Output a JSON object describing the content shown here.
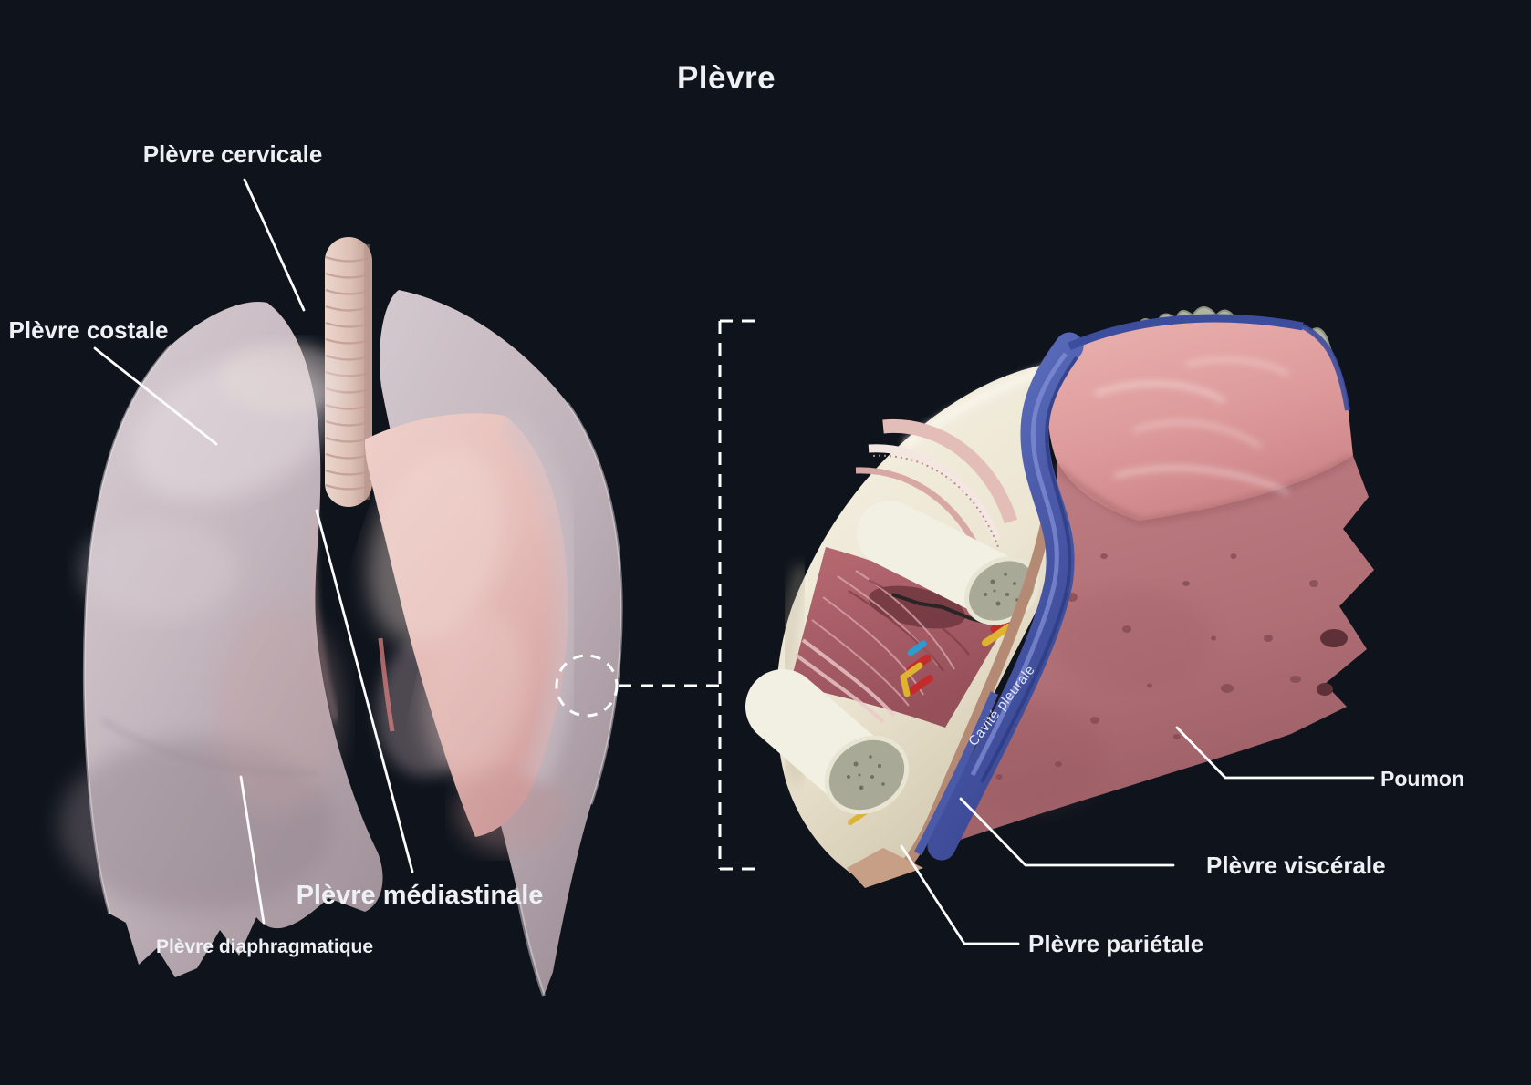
{
  "title": "Plèvre",
  "colors": {
    "background": "#0f141c",
    "text": "#eef0f4",
    "pleura_blue": "#4c5cab",
    "lung_pink": "#cf8b8f",
    "pleura_gray": "#c3b7bd",
    "leader_line": "#ffffff"
  },
  "lungs_view": {
    "label_cervicale": "Plèvre cervicale",
    "label_costale": "Plèvre costale",
    "label_mediastinale": "Plèvre médiastinale",
    "label_diaphragmatique": "Plèvre diaphragmatique"
  },
  "section_view": {
    "label_poumon": "Poumon",
    "label_viscerale": "Plèvre viscérale",
    "label_parietale": "Plèvre pariétale",
    "label_cavite_pleurale": "Cavité pleurale"
  }
}
